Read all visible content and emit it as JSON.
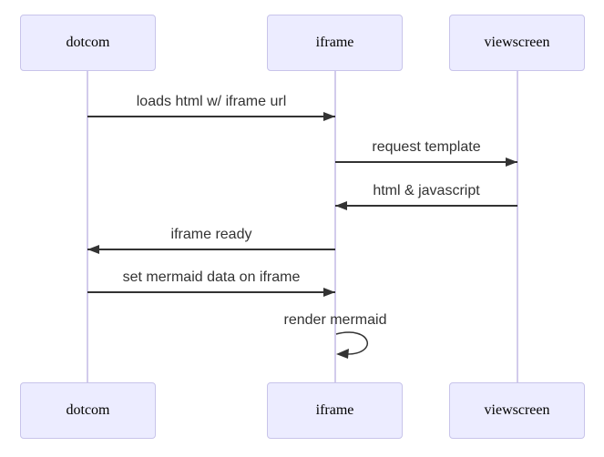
{
  "diagram": {
    "type": "sequence-diagram",
    "participants": [
      {
        "id": "dotcom",
        "label": "dotcom"
      },
      {
        "id": "iframe",
        "label": "iframe"
      },
      {
        "id": "viewscreen",
        "label": "viewscreen"
      }
    ],
    "messages": [
      {
        "from": "dotcom",
        "to": "iframe",
        "label": "loads html w/ iframe url",
        "line": "solid",
        "arrow": "filled"
      },
      {
        "from": "iframe",
        "to": "viewscreen",
        "label": "request template",
        "line": "solid",
        "arrow": "filled"
      },
      {
        "from": "viewscreen",
        "to": "iframe",
        "label": "html & javascript",
        "line": "solid",
        "arrow": "filled"
      },
      {
        "from": "iframe",
        "to": "dotcom",
        "label": "iframe ready",
        "line": "solid",
        "arrow": "filled"
      },
      {
        "from": "dotcom",
        "to": "iframe",
        "label": "set mermaid data on iframe",
        "line": "solid",
        "arrow": "filled"
      },
      {
        "from": "iframe",
        "to": "iframe",
        "label": "render mermaid",
        "line": "self-loop",
        "arrow": "filled"
      }
    ],
    "colors": {
      "actor_fill": "#ECECFF",
      "actor_border": "#c8c4ea",
      "lifeline": "#d2cbec",
      "message_line": "#333333",
      "message_text": "#333333",
      "actor_text": "#000000",
      "background": "#ffffff"
    }
  }
}
